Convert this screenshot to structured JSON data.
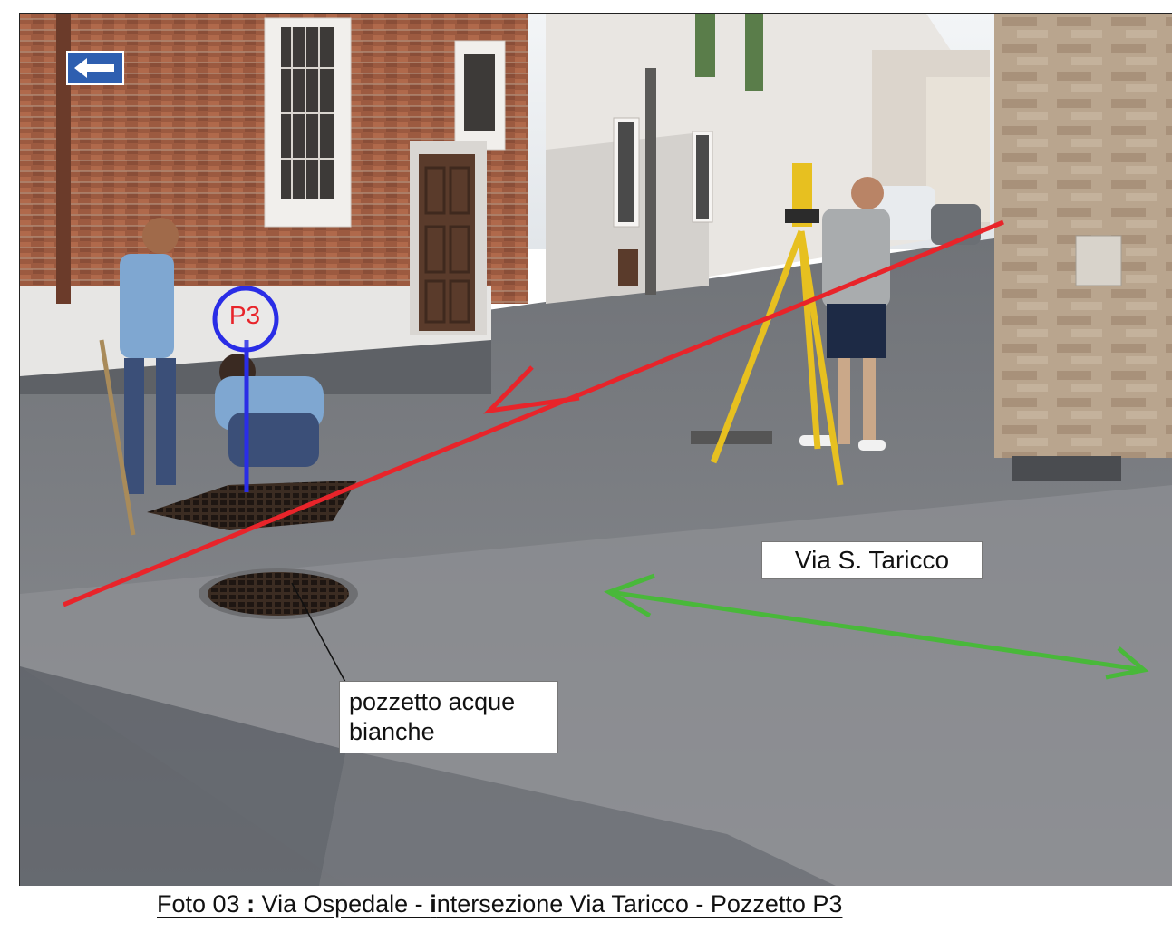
{
  "photo": {
    "description_colors": {
      "brick": "#9c5a40",
      "asphalt": "#7e8186",
      "shadow": "#4b4f55",
      "wall_white": "#e9e6e2",
      "stone_wall": "#b9a58e"
    }
  },
  "annotations": {
    "point_marker": {
      "label": "P3",
      "color": "#2a2de6",
      "label_color": "#e8242a"
    },
    "flow_line": {
      "color": "#e8242a"
    },
    "street_arrow": {
      "color": "#49b83a"
    },
    "street_label": "Via S. Taricco",
    "manhole_label_line1": "pozzetto acque",
    "manhole_label_line2": "bianche"
  },
  "caption": {
    "part1": "Foto 03 ",
    "colon": ":",
    "part2": " Via Ospedale - ",
    "part3_bold": "i",
    "part4": "ntersezione Via Taricco - Pozzetto P3"
  }
}
